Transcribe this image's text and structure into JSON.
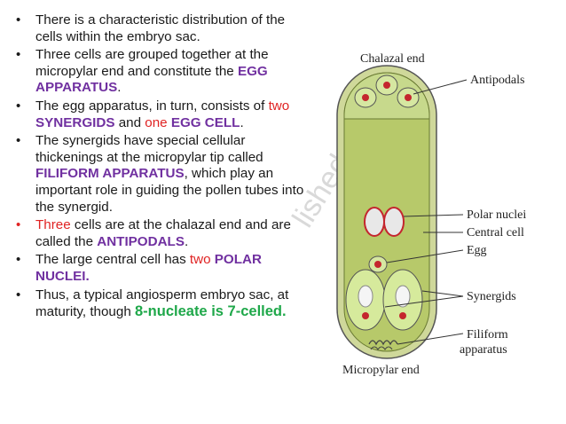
{
  "bullets": [
    {
      "parts": [
        "There is a characteristic distribution of the cells within the embryo sac."
      ]
    },
    {
      "parts": [
        "Three cells are grouped together at the micropylar end and constitute the ",
        "EGG APPARATUS",
        "."
      ]
    },
    {
      "parts": [
        "The egg apparatus, in turn, consists of ",
        "two",
        " ",
        "SYNERGIDS",
        " and ",
        "one",
        " ",
        "EGG CELL",
        "."
      ]
    },
    {
      "parts": [
        "The synergids have special cellular thickenings at the micropylar tip called ",
        "FILIFORM APPARATUS",
        ", which play an important role in guiding the pollen tubes into the synergid."
      ]
    },
    {
      "parts": [
        "Three",
        " cells are at the chalazal end and are called the ",
        "ANTIPODALS",
        "."
      ]
    },
    {
      "parts": [
        "The large central cell has ",
        "two",
        " ",
        "POLAR NUCLEI."
      ]
    },
    {
      "parts": [
        "Thus, a typical angiosperm embryo sac, at maturity, though ",
        "8-nucleate is 7-celled."
      ]
    }
  ],
  "diagram": {
    "top_label": "Chalazal end",
    "bottom_label": "Micropylar end",
    "labels": {
      "antipodals": "Antipodals",
      "polar_nuclei": "Polar nuclei",
      "central_cell": "Central cell",
      "egg": "Egg",
      "synergids": "Synergids",
      "filiform_1": "Filiform",
      "filiform_2": "apparatus"
    }
  },
  "watermark": "lished",
  "colors": {
    "purple": "#7030a0",
    "red": "#e02424",
    "green": "#1fa84a"
  }
}
